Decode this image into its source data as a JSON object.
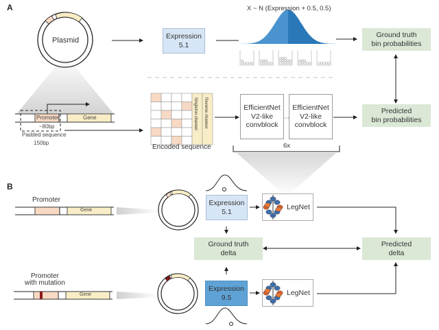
{
  "panel_a": {
    "label": "A",
    "plasmid_label": "Plasmid",
    "expression_box": {
      "title": "Expression",
      "value": "5.1"
    },
    "distribution_label": "X ~ N (Expression + 0.5, 0.5)",
    "ground_truth_box": "Ground truth\nbin probabilities",
    "predicted_box": "Predicted\nbin probabilities",
    "construct": {
      "promoter_label": "Promoter",
      "gene_label": "Gene",
      "promoter_length": "~80bp",
      "padded_label": "Padded sequence",
      "padded_length": "150bp"
    },
    "encoded": {
      "label": "Encoded sequence",
      "channel_1": "Singleton channel",
      "channel_2": "Reverse channel",
      "onehot_rows": [
        0,
        3,
        1,
        2,
        0,
        2
      ]
    },
    "convblock_1": "EfficientNet\nV2-like\nconvblock",
    "convblock_2": "EfficientNet\nV2-like\nconvblock",
    "repeat_label": "6x",
    "bins_count": 5
  },
  "panel_b": {
    "label": "B",
    "promoter_label": "Promoter",
    "mutant_label": "Promoter\nwith mutation",
    "gene_label": "Gene",
    "expression_top": {
      "title": "Expression",
      "value": "5.1"
    },
    "expression_bottom": {
      "title": "Expression",
      "value": "9.5"
    },
    "model_label": "LegNet",
    "ground_truth_delta": "Ground truth\ndelta",
    "predicted_delta": "Predicted\ndelta"
  },
  "colors": {
    "expression_light": "#d7e6f6",
    "expression_dark": "#5fa3d6",
    "output_green": "#dbe8d6",
    "promoter": "#f7d9c4",
    "gene": "#f8edc6",
    "mutation": "#8b1a1a",
    "gaussian_light": "#4a93cf",
    "gaussian_dark": "#2a78b8"
  }
}
